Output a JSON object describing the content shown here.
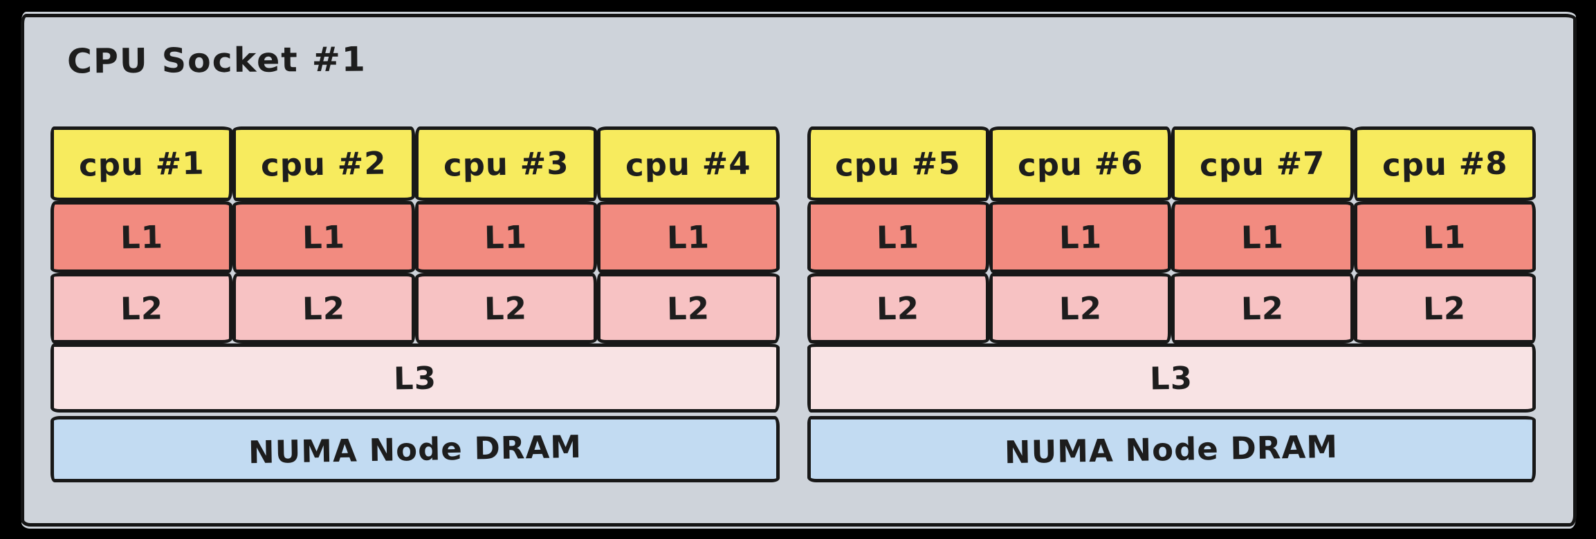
{
  "diagram": {
    "title": "CPU Socket #1",
    "style": "hand-drawn sketch",
    "colors": {
      "outer_background": "#000000",
      "canvas_background": "#ced3da",
      "stroke": "#181818",
      "cpu_fill": "#f7eb5e",
      "l1_fill": "#f28b80",
      "l2_fill": "#f7c2c3",
      "l3_fill": "#f8e3e4",
      "dram_fill": "#c2dbf2",
      "text": "#1d1d1d"
    },
    "groups": [
      {
        "cpus": [
          "cpu #1",
          "cpu #2",
          "cpu #3",
          "cpu #4"
        ],
        "l1": [
          "L1",
          "L1",
          "L1",
          "L1"
        ],
        "l2": [
          "L2",
          "L2",
          "L2",
          "L2"
        ],
        "l3": "L3",
        "dram": "NUMA Node DRAM"
      },
      {
        "cpus": [
          "cpu #5",
          "cpu #6",
          "cpu #7",
          "cpu #8"
        ],
        "l1": [
          "L1",
          "L1",
          "L1",
          "L1"
        ],
        "l2": [
          "L2",
          "L2",
          "L2",
          "L2"
        ],
        "l3": "L3",
        "dram": "NUMA Node DRAM"
      }
    ]
  }
}
